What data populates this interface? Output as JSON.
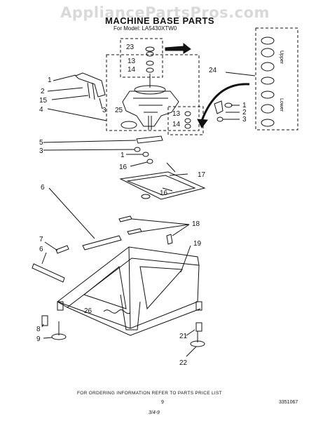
{
  "watermark": "AppliancePartsPros.com",
  "header": {
    "title": "MACHINE BASE PARTS",
    "model": "For Model: LA5430XTW0"
  },
  "callouts": {
    "c23": "23",
    "c13a": "13",
    "c14a": "14",
    "c1a": "1",
    "c2a": "2",
    "c15": "15",
    "c3a": "3",
    "c4": "4",
    "c25": "25",
    "c13b": "13",
    "c14b": "14",
    "c24": "24",
    "c1b": "1",
    "c2b": "2",
    "c3b": "3",
    "c5": "5",
    "c3c": "3",
    "c1c": "1",
    "c16a": "16",
    "c17": "17",
    "c16b": "16",
    "c6a": "6",
    "c18": "18",
    "c7": "7",
    "c6b": "6",
    "c19": "19",
    "c26": "26",
    "c8": "8",
    "c9": "9",
    "c21": "21",
    "c22": "22"
  },
  "side_labels": {
    "upper": "Upper",
    "lower": "Lower"
  },
  "footer": {
    "ordering_info": "FOR ORDERING INFORMATION REFER TO PARTS PRICE LIST",
    "page_number": "9",
    "part_number": "3351067",
    "date_code": "3/4-9"
  }
}
